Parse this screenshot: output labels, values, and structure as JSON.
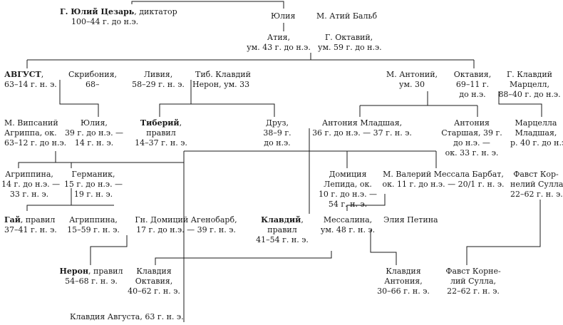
{
  "people": {
    "caesar": {
      "name": "Г. Юлий Цезарь",
      "l1": ", диктатор",
      "l2": "100–44 г. до н.э."
    },
    "julia_a": {
      "l1": "Юлия"
    },
    "balbus": {
      "l1": "М. Атий Бальб"
    },
    "atia": {
      "l1": "Атия,",
      "l2": "ум. 43 г. до н.э."
    },
    "octavius": {
      "l1": "Г. Октавий,",
      "l2": "ум. 59 г. до н.э."
    },
    "augustus": {
      "name": "АВГУСТ",
      "l1": ",",
      "l2": "63–14 г. н. э."
    },
    "scribonia": {
      "l1": "Скрибония,",
      "l2": "68–"
    },
    "livia": {
      "l1": "Ливия,",
      "l2": "58–29 г. н. э."
    },
    "nero_claud": {
      "l1": "Тиб. Клавдий",
      "l2": "Нерон, ум. 33"
    },
    "antony": {
      "l1": "М. Антоний,",
      "l2": "ум. 30"
    },
    "octavia": {
      "l1": "Октавия,",
      "l2": "69–11 г.",
      "l3": "до н.э."
    },
    "marcellus": {
      "l1": "Г. Клавдий",
      "l2": "Марцелл,",
      "l3": "88–40 г. до н.э."
    },
    "agrippa": {
      "l1": "М. Випсаний",
      "l2": "Агриппа, ок.",
      "l3": "63–12 г. до н.э."
    },
    "julia_e": {
      "l1": "Юлия,",
      "l2": "39 г. до н.э. —",
      "l3": "14 г. н. э."
    },
    "tiberius": {
      "name": "Тиберий",
      "l1": ",",
      "l2": "правил",
      "l3": "14–37 г. н. э."
    },
    "drusus": {
      "l1": "Друз,",
      "l2": "38–9 г.",
      "l3": "до н.э."
    },
    "antonia_min": {
      "l1": "Антония Младшая,",
      "l2": "36 г. до н.э. — 37 г. н. э."
    },
    "antonia_maj": {
      "l1": "Антония",
      "l2": "Старшая, 39 г.",
      "l3": "до н.э. —",
      "l4": "ок. 33 г. н. э."
    },
    "marcella": {
      "l1": "Марцелла",
      "l2": "Младшая,",
      "l3": "р. 40 г. до н.э."
    },
    "agrippina_e": {
      "l1": "Агриппина,",
      "l2": "14 г. до н.э. —",
      "l3": "33 г. н. э."
    },
    "germanicus": {
      "l1": "Германик,",
      "l2": "15 г. до н.э. —",
      "l3": "19 г. н. э."
    },
    "domitia": {
      "l1": "Домиция",
      "l2": "Лепида, ок.",
      "l3": "10 г. до н.э. —",
      "l4": "54 г. н. э."
    },
    "messala": {
      "l1": "М. Валерий Мессала Барбат,",
      "l2": "ок. 11 г. до н.э. — 20/1 г. н. э."
    },
    "faustus1": {
      "l1": "Фавст Кор-",
      "l2": "нелий Сулла,",
      "l3": "22–62 г. н. э."
    },
    "gaius": {
      "name": "Гай",
      "l1": ", правил",
      "l2": "37–41 г. н. э."
    },
    "agrippina_y": {
      "l1": "Агриппина,",
      "l2": "15–59 г. н. э."
    },
    "ahenobarbus": {
      "l1": "Гн. Домиций Агенобарб,",
      "l2": "17 г. до н.э. — 39 г. н. э."
    },
    "claudius": {
      "name": "Клавдий",
      "l1": ",",
      "l2": "правил",
      "l3": "41–54 г. н. э."
    },
    "messalina": {
      "l1": "Мессалина,",
      "l2": "ум. 48 г. н. э."
    },
    "aelia": {
      "l1": "Элия Петина"
    },
    "nero": {
      "name": "Нерон",
      "l1": ", правил",
      "l2": "54–68 г. н. э."
    },
    "claudia_oct": {
      "l1": "Клавдия",
      "l2": "Октавия,",
      "l3": "40–62 г. н. э."
    },
    "claudia_ant": {
      "l1": "Клавдия",
      "l2": "Антония,",
      "l3": "30–66 г. н. э."
    },
    "faustus2": {
      "l1": "Фавст Корне-",
      "l2": "лий Сулла,",
      "l3": "22–62 г. н. э."
    },
    "claudia_aug": {
      "l1": "Клавдия Августа, 63 г. н. э."
    }
  }
}
